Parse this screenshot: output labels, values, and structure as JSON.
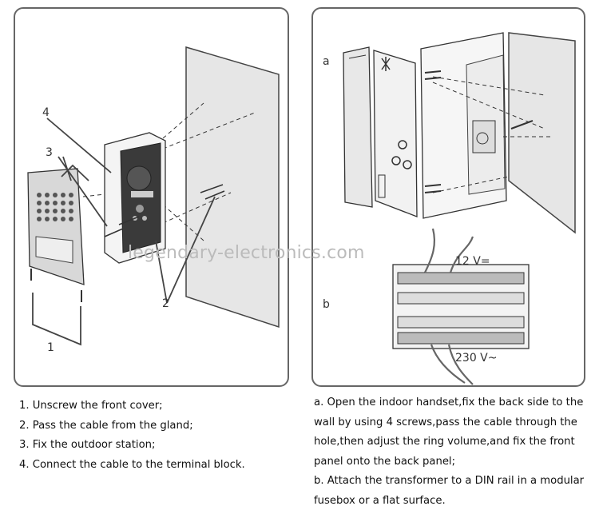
{
  "left_diagram": {
    "callouts": [
      "4",
      "3",
      "2",
      "1"
    ]
  },
  "right_diagram": {
    "section_a": "a",
    "section_b": "b",
    "label_12v": "12 V=",
    "label_230v": "230 V~"
  },
  "watermark": "legendary-electronics.com",
  "left_steps": [
    "1.  Unscrew the front cover;",
    "2. Pass the cable from the gland;",
    "3. Fix the outdoor station;",
    "4. Connect the cable to the terminal block."
  ],
  "right_steps": [
    "a. Open the indoor handset,fix the back side to the wall by using 4 screws,pass the cable through the hole,then adjust the ring volume,and fix the front panel onto the back panel;",
    "b. Attach the transformer to a DIN rail in a modular fusebox or a flat surface."
  ]
}
